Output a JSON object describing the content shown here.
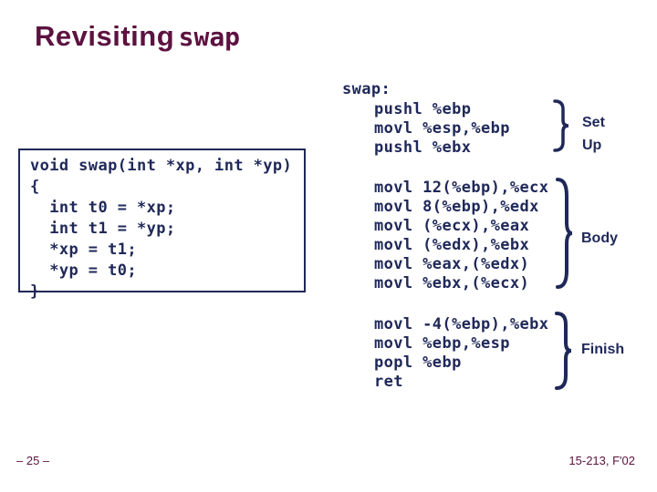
{
  "title": {
    "text": "Revisiting",
    "code": "swap"
  },
  "c_code": {
    "lines": [
      "void swap(int *xp, int *yp)",
      "{",
      "  int t0 = *xp;",
      "  int t1 = *yp;",
      "  *xp = t1;",
      "  *yp = t0;",
      "}"
    ]
  },
  "assembly": {
    "function_label": "swap:",
    "setup": {
      "lines": [
        "pushl %ebp",
        "movl %esp,%ebp",
        "pushl %ebx"
      ],
      "label": "Set\nUp"
    },
    "body": {
      "lines": [
        "movl 12(%ebp),%ecx",
        "movl 8(%ebp),%edx",
        "movl (%ecx),%eax",
        "movl (%edx),%ebx",
        "movl %eax,(%edx)",
        "movl %ebx,(%ecx)"
      ],
      "label": "Body"
    },
    "finish": {
      "lines": [
        "movl -4(%ebp),%ebx",
        "movl %ebp,%esp",
        "popl %ebp",
        "ret"
      ],
      "label": "Finish"
    }
  },
  "footer": {
    "page_number": "– 25 –",
    "course": "15-213, F'02"
  },
  "colors": {
    "title_maroon": "#5c1240",
    "code_navy": "#1f2859"
  }
}
